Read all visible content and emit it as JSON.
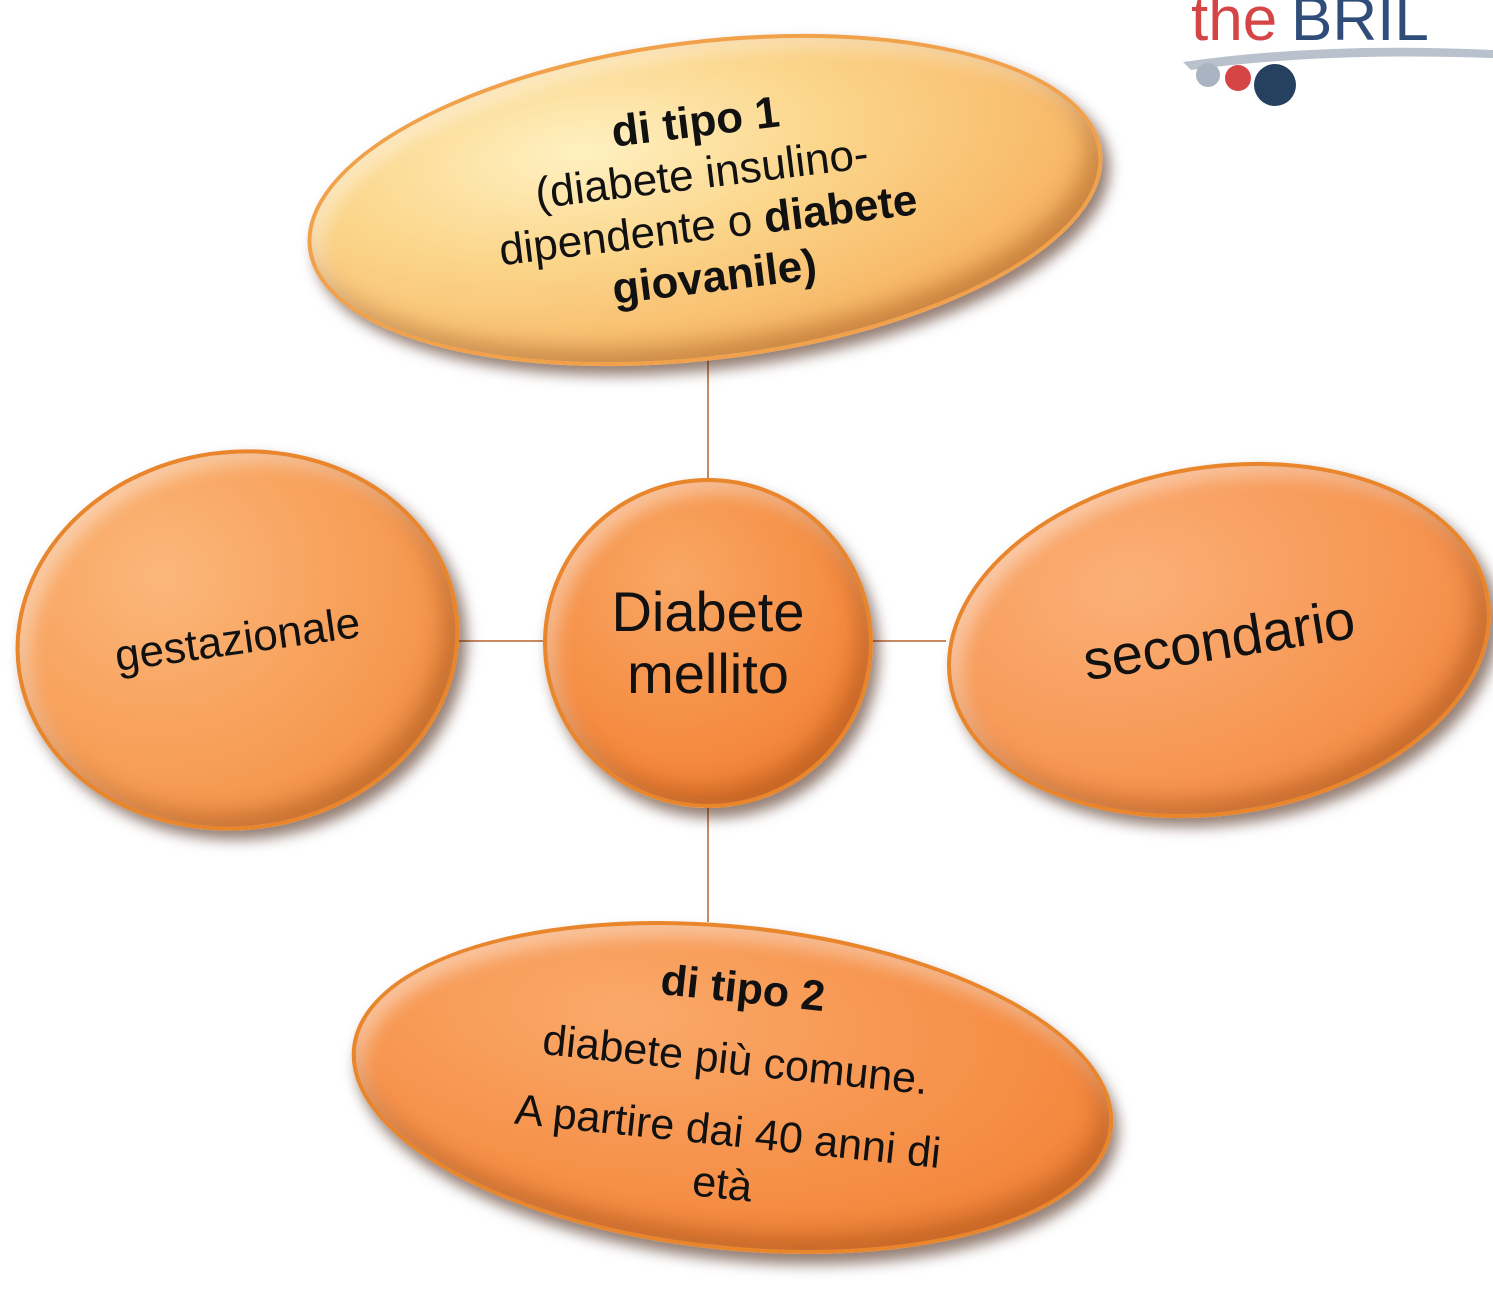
{
  "diagram": {
    "center": {
      "line1": "Diabete",
      "line2": "mellito"
    },
    "top": {
      "title": "di tipo 1",
      "line1": "(diabete insulino-",
      "line2_plain": "dipendente o ",
      "line2_bold": "diabete",
      "line3_bold": "giovanile)"
    },
    "left": {
      "label": "gestazionale"
    },
    "right": {
      "label": "secondario"
    },
    "bottom": {
      "title": "di tipo 2",
      "line1": "diabete più comune.",
      "line2": "A partire dai 40 anni di",
      "line3": "età"
    }
  },
  "logo": {
    "text": "theBRIL",
    "colors": {
      "letters_red": "#d64545",
      "letters_blue": "#2f4d78",
      "dot_grey": "#a9b3c1",
      "dot_red": "#d64545",
      "dot_navy": "#26405f"
    }
  },
  "colors": {
    "connector": "#c88a62",
    "node_orange": "#f48a3f",
    "node_light": "#fbd58a"
  }
}
